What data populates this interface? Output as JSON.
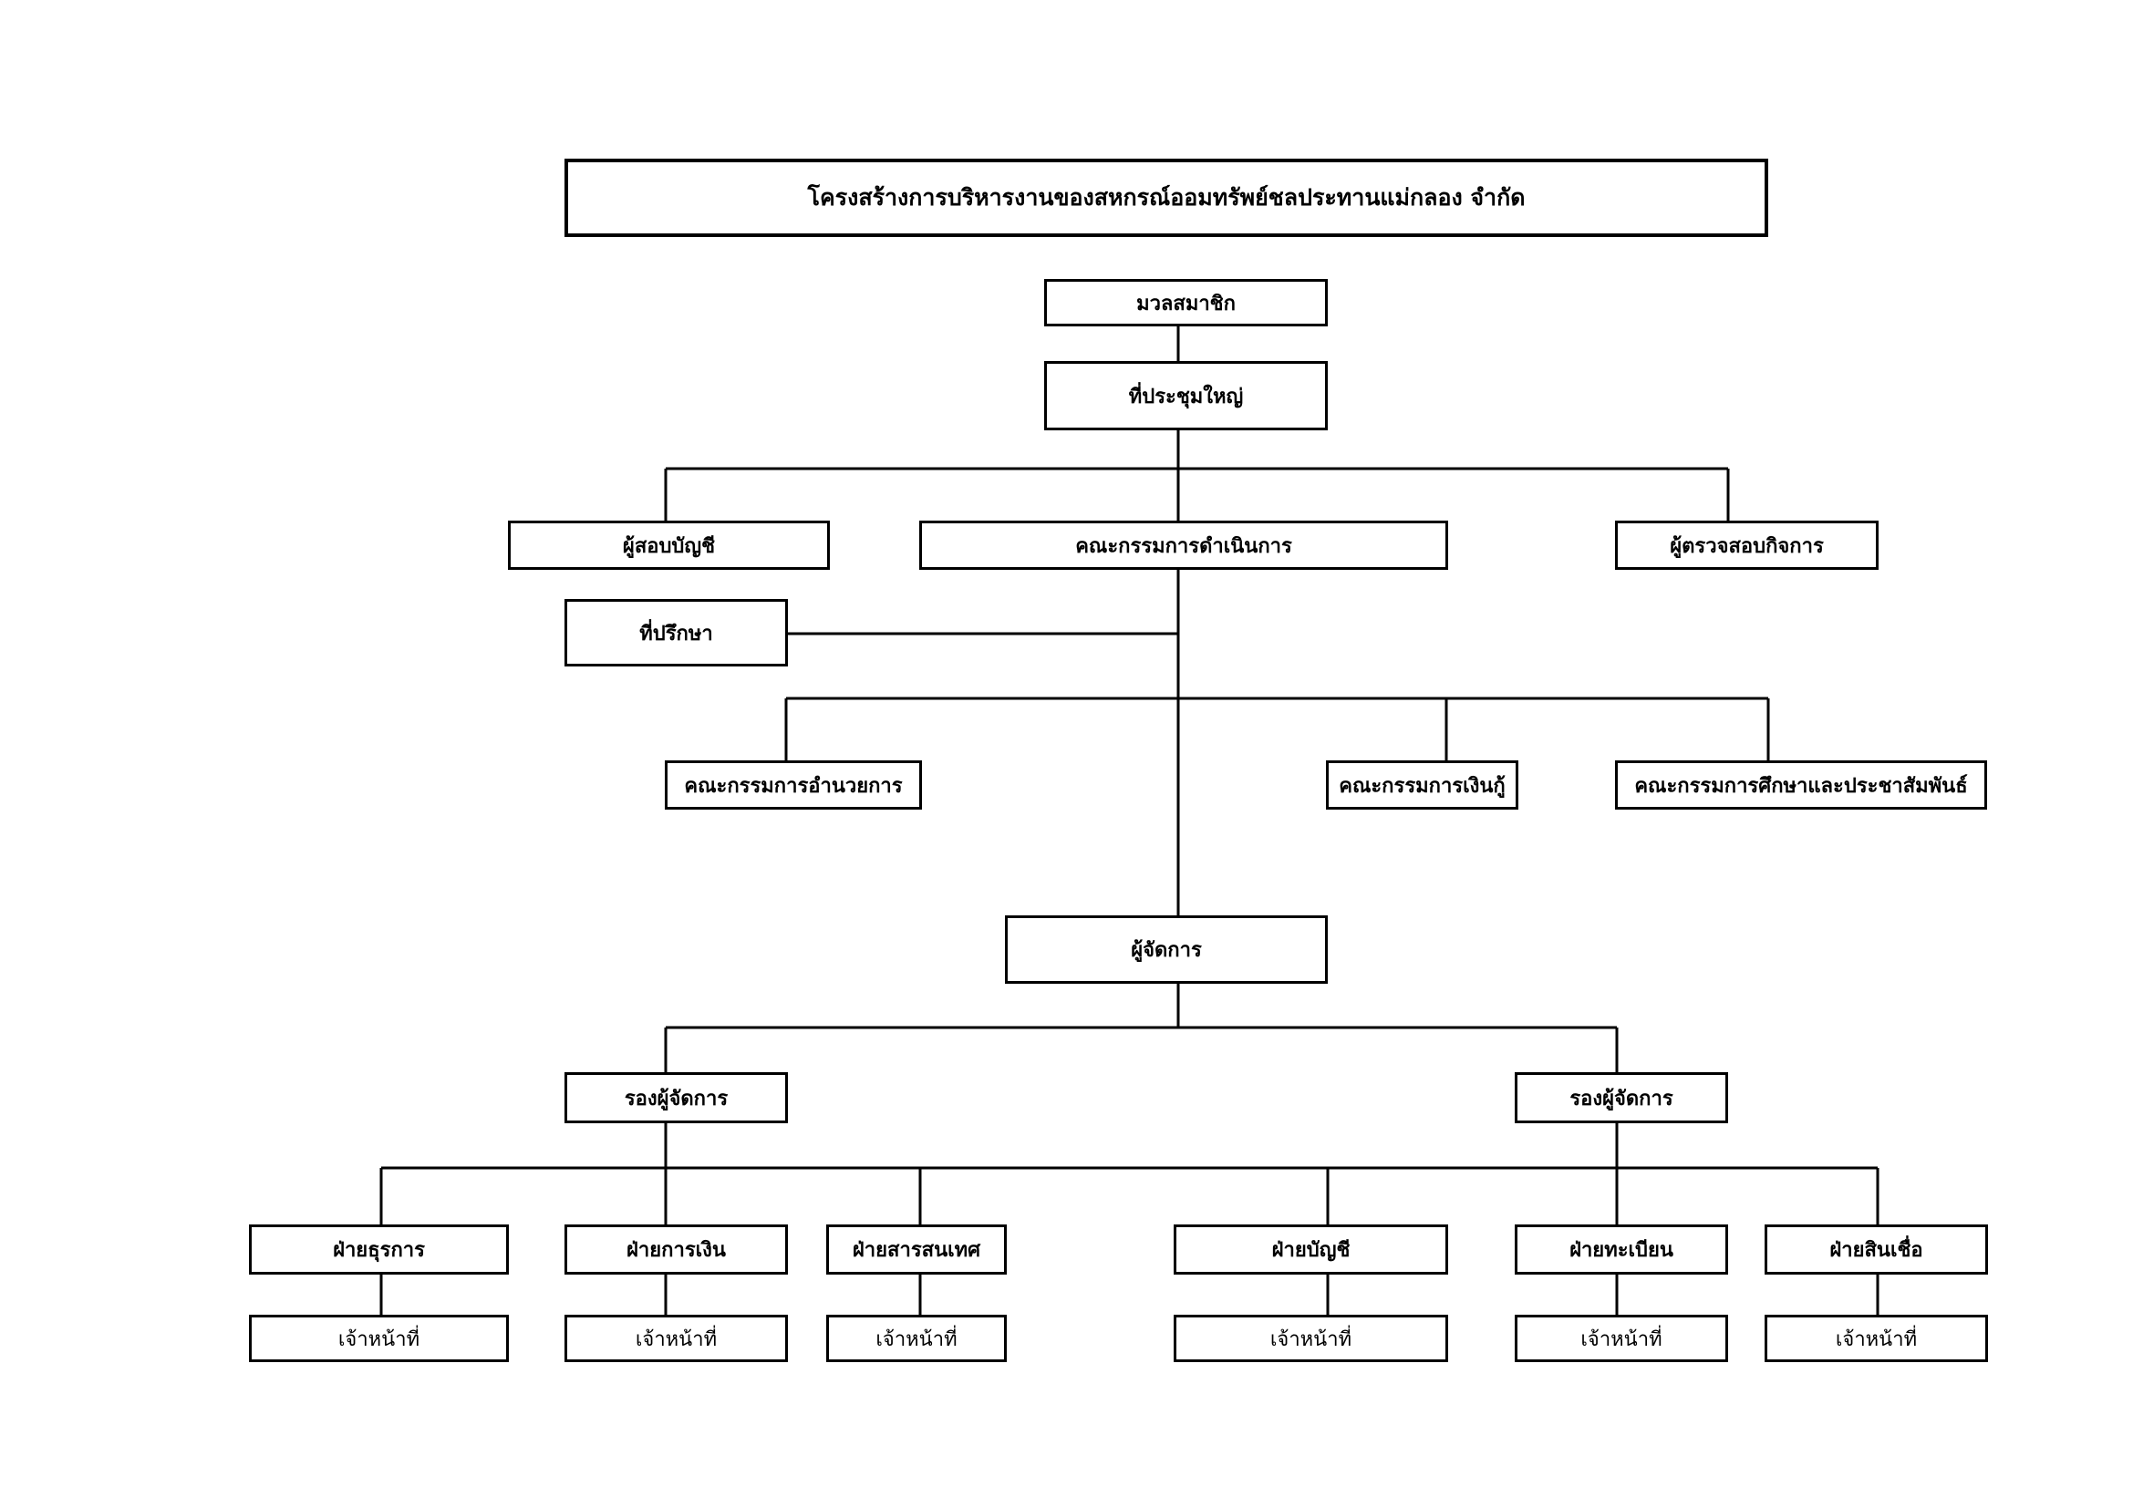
{
  "title": "โครงสร้างการบริหารงานของสหกรณ์ออมทรัพย์ชลประทานแม่กลอง จำกัด",
  "nodes": {
    "members": "มวลสมาชิก",
    "general_meeting": "ที่ประชุมใหญ่",
    "auditor": "ผู้สอบบัญชี",
    "board": "คณะกรรมการดำเนินการ",
    "inspector": "ผู้ตรวจสอบกิจการ",
    "advisor": "ที่ปรึกษา",
    "admin_committee": "คณะกรรมการอำนวยการ",
    "loan_committee": "คณะกรรมการเงินกู้",
    "education_committee": "คณะกรรมการศึกษาและประชาสัมพันธ์",
    "manager": "ผู้จัดการ",
    "deputy_left": "รองผู้จัดการ",
    "deputy_right": "รองผู้จัดการ",
    "departments": [
      {
        "name": "ฝ่ายธุรการ",
        "staff": "เจ้าหน้าที่"
      },
      {
        "name": "ฝ่ายการเงิน",
        "staff": "เจ้าหน้าที่"
      },
      {
        "name": "ฝ่ายสารสนเทศ",
        "staff": "เจ้าหน้าที่"
      },
      {
        "name": "ฝ่ายบัญชี",
        "staff": "เจ้าหน้าที่"
      },
      {
        "name": "ฝ่ายทะเบียน",
        "staff": "เจ้าหน้าที่"
      },
      {
        "name": "ฝ่ายสินเชื่อ",
        "staff": "เจ้าหน้าที่"
      }
    ]
  }
}
